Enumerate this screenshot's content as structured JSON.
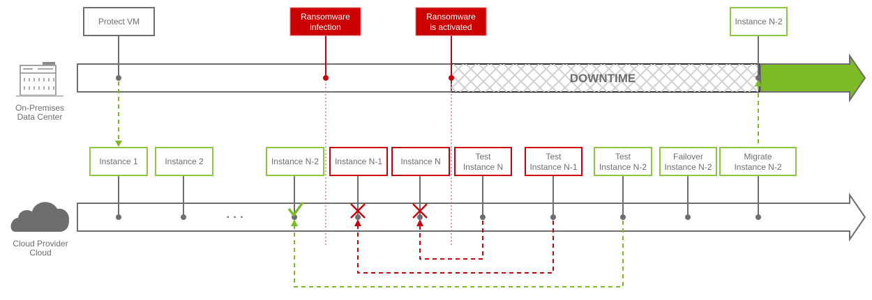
{
  "colors": {
    "gray": "#6d6d6d",
    "green": "#7cbb26",
    "green_border": "#8ec63f",
    "red": "#c8000b",
    "red_fill": "#cc0000",
    "hatch": "#d0d0d0"
  },
  "on_premises": {
    "icon": "building-icon",
    "label_line1": "On-Premises",
    "label_line2": "Data Center",
    "downtime_label": "DOWNTIME",
    "events": [
      {
        "id": "protect-vm",
        "line1": "Protect VM",
        "line2": "",
        "style": "gray"
      },
      {
        "id": "ransomware-infection",
        "line1": "Ransomware",
        "line2": "infection",
        "style": "red-filled"
      },
      {
        "id": "ransomware-activated",
        "line1": "Ransomware",
        "line2": "is activated",
        "style": "red-filled"
      },
      {
        "id": "instance-n-2-restored",
        "line1": "Instance N-2",
        "line2": "",
        "style": "green"
      }
    ]
  },
  "cloud": {
    "icon": "cloud-icon",
    "label_line1": "Cloud Provider",
    "label_line2": "Cloud",
    "ellipsis": "· · ·",
    "events": [
      {
        "id": "instance-1",
        "line1": "Instance 1",
        "line2": "",
        "style": "green",
        "marker": ""
      },
      {
        "id": "instance-2",
        "line1": "Instance 2",
        "line2": "",
        "style": "green",
        "marker": ""
      },
      {
        "id": "instance-n-2",
        "line1": "Instance N-2",
        "line2": "",
        "style": "green",
        "marker": "check"
      },
      {
        "id": "instance-n-1",
        "line1": "Instance N-1",
        "line2": "",
        "style": "red",
        "marker": "cross"
      },
      {
        "id": "instance-n",
        "line1": "Instance N",
        "line2": "",
        "style": "red",
        "marker": "cross"
      },
      {
        "id": "test-instance-n",
        "line1": "Test",
        "line2": "Instance N",
        "style": "red",
        "marker": ""
      },
      {
        "id": "test-instance-n-1",
        "line1": "Test",
        "line2": "Instance N-1",
        "style": "red",
        "marker": ""
      },
      {
        "id": "test-instance-n-2",
        "line1": "Test",
        "line2": "Instance N-2",
        "style": "green",
        "marker": ""
      },
      {
        "id": "failover-instance-n-2",
        "line1": "Failover",
        "line2": "Instance N-2",
        "style": "green",
        "marker": ""
      },
      {
        "id": "migrate-instance-n-2",
        "line1": "Migrate",
        "line2": "Instance N-2",
        "style": "green",
        "marker": ""
      }
    ]
  }
}
